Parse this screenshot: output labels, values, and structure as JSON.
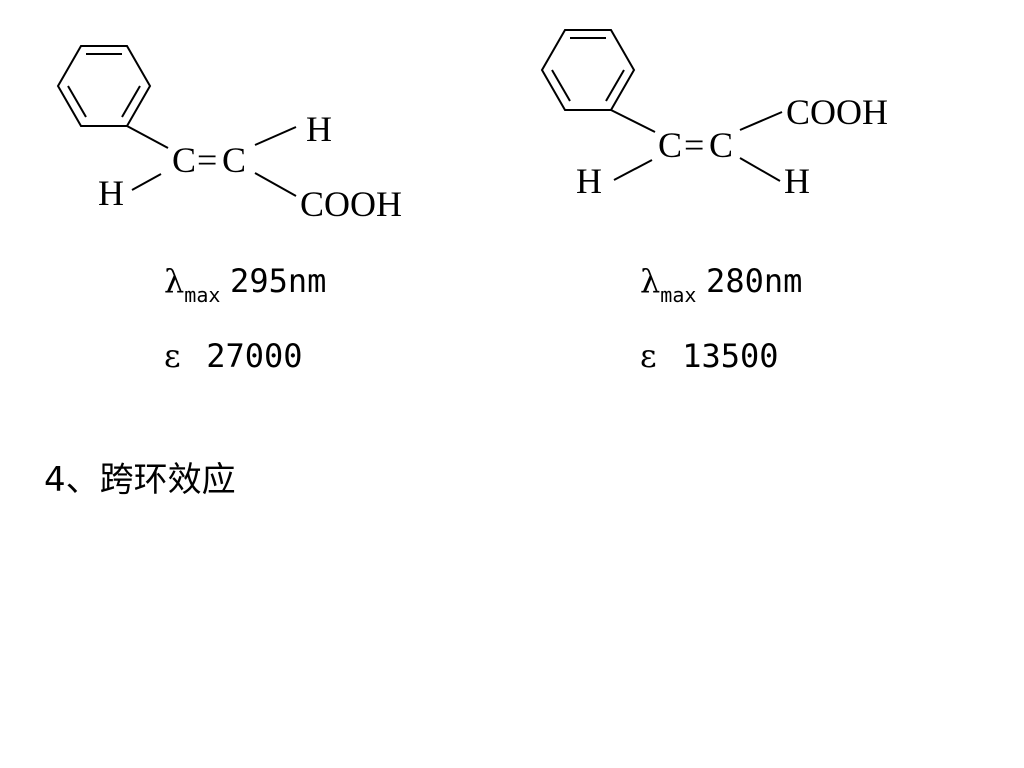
{
  "structures": [
    {
      "atoms": {
        "c1": "C",
        "bond": "=",
        "c2": "C",
        "h_left": "H",
        "h_right": "H",
        "group": "COOH"
      },
      "lambda_symbol": "λ",
      "lambda_sub": "max",
      "lambda_value": "295nm",
      "epsilon_symbol": "ε",
      "epsilon_value": "27000"
    },
    {
      "atoms": {
        "c1": "C",
        "bond": "=",
        "c2": "C",
        "h_left": "H",
        "h_right": "H",
        "group": "COOH"
      },
      "lambda_symbol": "λ",
      "lambda_sub": "max",
      "lambda_value": "280nm",
      "epsilon_symbol": "ε",
      "epsilon_value": "13500"
    }
  ],
  "section_heading": "4、跨环效应"
}
